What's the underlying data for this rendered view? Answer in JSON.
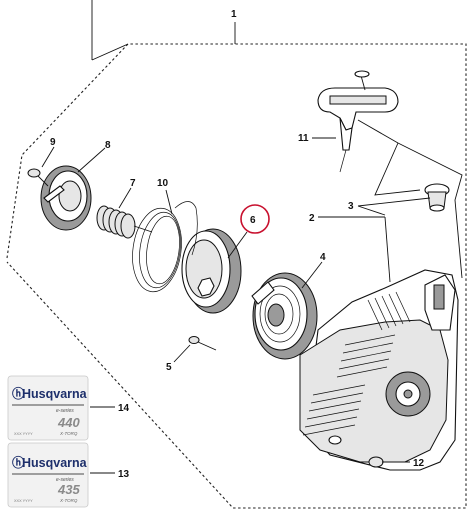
{
  "callouts": {
    "c1": "1",
    "c2": "2",
    "c3": "3",
    "c4": "4",
    "c5": "5",
    "c6": "6",
    "c7": "7",
    "c8": "8",
    "c9": "9",
    "c10": "10",
    "c11": "11",
    "c12": "12",
    "c13": "13",
    "c14": "14"
  },
  "highlight": {
    "part": "6",
    "color": "#c8102e"
  },
  "decals": [
    {
      "brand": "Husqvarna",
      "series": "e-series",
      "model": "440",
      "small_text": "XXX YYYY",
      "tagline": "X-TORQ"
    },
    {
      "brand": "Husqvarna",
      "series": "e-series",
      "model": "435",
      "small_text": "XXX YYYY",
      "tagline": "X-TORQ"
    }
  ],
  "colors": {
    "brand": "#1d2f6b",
    "line": "#111111"
  }
}
